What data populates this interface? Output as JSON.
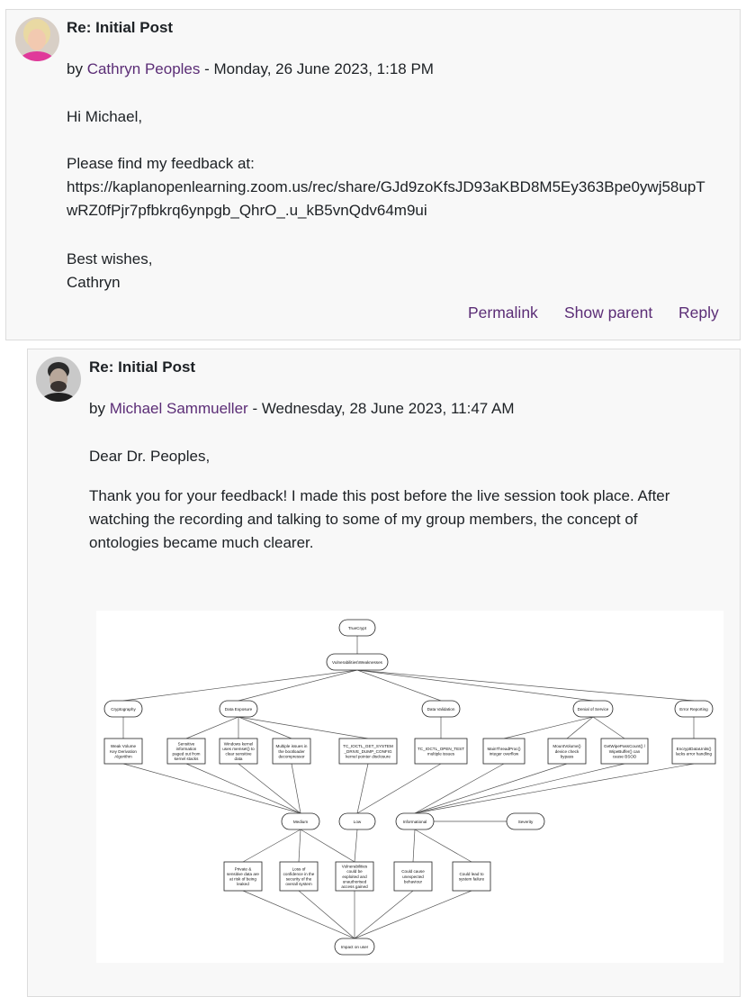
{
  "post1": {
    "subject": "Re: Initial Post",
    "by_prefix": "by",
    "author": "Cathryn Peoples",
    "date": "- Monday, 26 June 2023, 1:18 PM",
    "greeting": "Hi Michael,",
    "line1": "Please find my feedback at:",
    "link_line1": "https://kaplanopenlearning.zoom.us/rec/share/GJd9zoKfsJD93aKBD8M5Ey363Bpe0ywj58upT",
    "link_line2": "wRZ0fPjr7pfbkrq6ynpgb_QhrO_.u_kB5vnQdv64m9ui",
    "signoff": "Best wishes,",
    "signature": "Cathryn",
    "actions": {
      "permalink": "Permalink",
      "show_parent": "Show parent",
      "reply": "Reply"
    }
  },
  "post2": {
    "subject": "Re: Initial Post",
    "by_prefix": "by",
    "author": "Michael Sammueller",
    "date": "- Wednesday, 28 June 2023, 11:47 AM",
    "greeting": "Dear Dr. Peoples,",
    "para_line1": "Thank you for your feedback! I made this post before the live session took place. After",
    "para_line2": "watching the recording and talking to some of my group members, the concept of",
    "para_line3": "ontologies became much clearer."
  },
  "diagram": {
    "root": "TrueCrypt",
    "vuln": "Vulnerabilities\\Weaknesses",
    "categories": [
      "Cryptography",
      "Data Exposure",
      "Data Validation",
      "Denial of Service",
      "Error Reporting"
    ],
    "issues": [
      [
        "Weak Volume",
        "Key Derivation",
        "Algorithm"
      ],
      [
        "Sensitive",
        "information",
        "paged out from",
        "kernel stacks"
      ],
      [
        "Windows kernel",
        "uses memset() to",
        "clear sensitive",
        "data"
      ],
      [
        "Multiple issues in",
        "the bootloader",
        "decompressor"
      ],
      [
        "TC_IOCTL_GET_SYSTEM",
        "_DRIVE_DUMP_CONFIG",
        "kernel pointer disclosure"
      ],
      [
        "TC_IOCTL_OPEN_TEST",
        "multiple issues"
      ],
      [
        "MainThreadProc()",
        "integer overflow"
      ],
      [
        "MountVolume()",
        "device check",
        "bypass"
      ],
      [
        "GetWipePassCount() /",
        "WipeBuffer() can",
        "cause BSOD"
      ],
      [
        "EncryptDataUnits()",
        "lacks error handling"
      ]
    ],
    "severity_levels": [
      "Medium",
      "Low",
      "Informational"
    ],
    "severity": "Severity",
    "impacts": [
      [
        "Private &",
        "sensitive data are",
        "at risk of being",
        "leaked"
      ],
      [
        "Loss of",
        "confidence in the",
        "security of the",
        "overall system"
      ],
      [
        "Vulnerabilities",
        "could be",
        "exploited and",
        "unauthorised",
        "access gained"
      ],
      [
        "Could cause",
        "unexpected",
        "behaviour"
      ],
      [
        "Could lead to",
        "system failure"
      ]
    ],
    "impact_root": "Impact on user"
  }
}
